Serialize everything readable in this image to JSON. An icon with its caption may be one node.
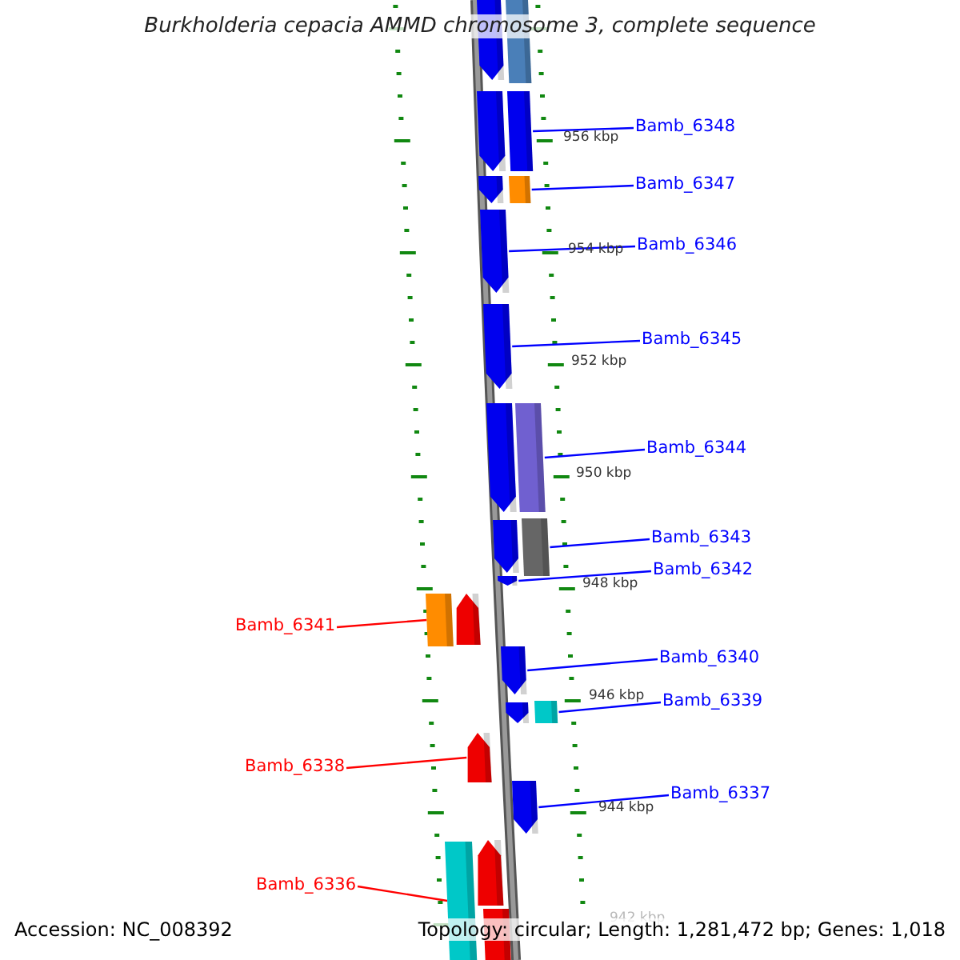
{
  "diagram": {
    "title": "Burkholderia cepacia AMMD chromosome 3, complete sequence",
    "nodes": [
      {
        "text": [],
        "shape": "pentagon"
      },
      {
        "text": [],
        "shape": "bar"
      },
      {
        "text": [],
        "shape": "pentagon"
      },
      {
        "text": [],
        "shape": "bar"
      },
      {
        "text": [
          "Bamb_6348"
        ]
      },
      {
        "text": [],
        "shape": "pentagon"
      },
      {
        "text": [],
        "shape": "bar"
      },
      {
        "text": [
          "Bamb_6347"
        ]
      },
      {
        "text": [],
        "shape": "pentagon"
      },
      {
        "text": [
          "Bamb_6346"
        ]
      },
      {
        "text": [],
        "shape": "pentagon"
      },
      {
        "text": [
          "Bamb_6345"
        ]
      },
      {
        "text": [],
        "shape": "pentagon"
      },
      {
        "text": [],
        "shape": "bar"
      },
      {
        "text": [
          "Bamb_6344"
        ]
      },
      {
        "text": [],
        "shape": "pentagon"
      },
      {
        "text": [],
        "shape": "bar"
      },
      {
        "text": [
          "Bamb_6343"
        ]
      },
      {
        "text": [],
        "shape": "pentagon"
      },
      {
        "text": [
          "Bamb_6342"
        ]
      },
      {
        "text": [
          "Bamb_6341"
        ]
      },
      {
        "text": [],
        "shape": "bar"
      },
      {
        "text": [],
        "shape": "pentagon"
      },
      {
        "text": [],
        "shape": "pentagon"
      },
      {
        "text": [
          "Bamb_6340"
        ]
      },
      {
        "text": [],
        "shape": "pentagon"
      },
      {
        "text": [],
        "shape": "bar"
      },
      {
        "text": [
          "Bamb_6339"
        ]
      },
      {
        "text": [
          "Bamb_6338"
        ]
      },
      {
        "text": [],
        "shape": "pentagon"
      },
      {
        "text": [],
        "shape": "pentagon"
      },
      {
        "text": [
          "Bamb_6337"
        ]
      },
      {
        "text": [
          "Bamb_6336"
        ]
      },
      {
        "text": [],
        "shape": "bar"
      },
      {
        "text": [],
        "shape": "pentagon"
      },
      {
        "text": [],
        "shape": "bar"
      }
    ],
    "edges": [
      {
        "from": 4,
        "to": 3,
        "arrow": "none"
      },
      {
        "from": 7,
        "to": 6,
        "arrow": "none"
      },
      {
        "from": 9,
        "to": 8,
        "arrow": "none"
      },
      {
        "from": 11,
        "to": 10,
        "arrow": "none"
      },
      {
        "from": 14,
        "to": 13,
        "arrow": "none"
      },
      {
        "from": 17,
        "to": 16,
        "arrow": "none"
      },
      {
        "from": 19,
        "to": 18,
        "arrow": "none"
      },
      {
        "from": 20,
        "to": 21,
        "arrow": "none",
        "color": "#ff0000"
      },
      {
        "from": 24,
        "to": 23,
        "arrow": "none"
      },
      {
        "from": 27,
        "to": 26,
        "arrow": "none"
      },
      {
        "from": 28,
        "to": 29,
        "arrow": "none",
        "color": "#ff0000"
      },
      {
        "from": 31,
        "to": 30,
        "arrow": "none"
      },
      {
        "from": 32,
        "to": 33,
        "arrow": "none",
        "color": "#ff0000"
      }
    ],
    "labels": [
      "956 kbp",
      "954 kbp",
      "952 kbp",
      "950 kbp",
      "948 kbp",
      "946 kbp",
      "944 kbp",
      "942 kbp",
      "Accession: NC_008392",
      "Topology: circular; Length: 1,281,472 bp; Genes: 1,018"
    ]
  }
}
